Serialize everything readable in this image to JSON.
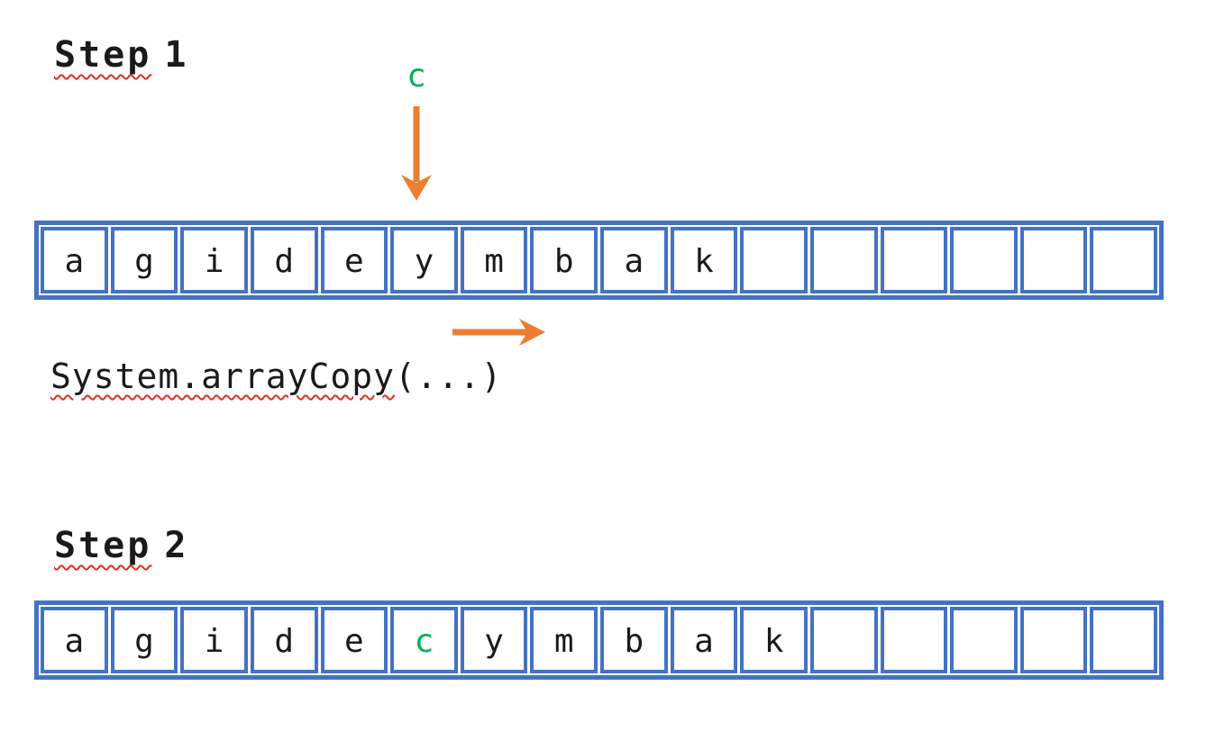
{
  "colors": {
    "array_blue": "#4472C4",
    "arrow_orange": "#ED7D31",
    "insert_green": "#00B050",
    "squiggle_red": "#E0301E",
    "text_black": "#1A1A1A"
  },
  "icons": {
    "down_arrow": "arrow-down",
    "right_arrow": "arrow-right"
  },
  "step1": {
    "heading_word": "Step",
    "heading_num": "1",
    "insert_label": "c",
    "code_underlined": "System.arrayCopy",
    "code_suffix": "(...)",
    "cells": [
      {
        "ch": "a"
      },
      {
        "ch": "g"
      },
      {
        "ch": "i"
      },
      {
        "ch": "d"
      },
      {
        "ch": "e"
      },
      {
        "ch": "y"
      },
      {
        "ch": "m"
      },
      {
        "ch": "b"
      },
      {
        "ch": "a"
      },
      {
        "ch": "k"
      },
      {
        "ch": ""
      },
      {
        "ch": ""
      },
      {
        "ch": ""
      },
      {
        "ch": ""
      },
      {
        "ch": ""
      },
      {
        "ch": ""
      }
    ]
  },
  "step2": {
    "heading_word": "Step",
    "heading_num": "2",
    "cells": [
      {
        "ch": "a"
      },
      {
        "ch": "g"
      },
      {
        "ch": "i"
      },
      {
        "ch": "d"
      },
      {
        "ch": "e"
      },
      {
        "ch": "c",
        "highlight": true
      },
      {
        "ch": "y"
      },
      {
        "ch": "m"
      },
      {
        "ch": "b"
      },
      {
        "ch": "a"
      },
      {
        "ch": "k"
      },
      {
        "ch": ""
      },
      {
        "ch": ""
      },
      {
        "ch": ""
      },
      {
        "ch": ""
      },
      {
        "ch": ""
      }
    ]
  }
}
